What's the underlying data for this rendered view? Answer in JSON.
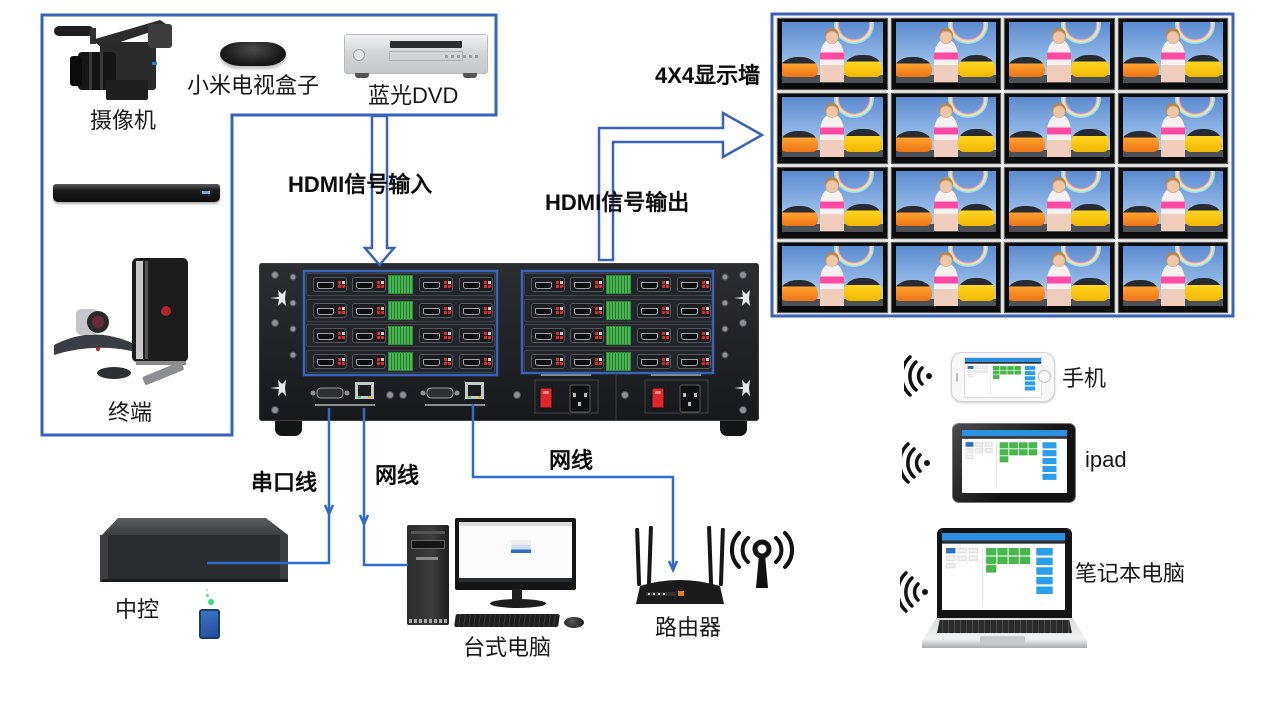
{
  "colors": {
    "frame_blue": "#3a62b7",
    "cable_blue": "#2e6cc7",
    "tile_green": "#47b74b",
    "button_blue": "#2a9ee9",
    "power_switch_red": "#e0262b"
  },
  "sources": {
    "camcorder": {
      "label": "摄像机",
      "icon": "camcorder-icon"
    },
    "tv_box": {
      "label": "小米电视盒子",
      "icon": "tv-box-icon"
    },
    "dvd": {
      "label": "蓝光DVD",
      "icon": "dvd-player-icon"
    },
    "slim_player": {
      "icon": "bluray-player-icon"
    },
    "terminal": {
      "label": "终端",
      "icon": "video-conference-terminal-icon"
    }
  },
  "signals": {
    "input": "HDMI信号输入",
    "output": "HDMI信号输出"
  },
  "display_wall": {
    "label": "4X4显示墙",
    "rows": 4,
    "cols": 4
  },
  "matrix": {
    "input_cards": 4,
    "output_cards": 4,
    "ports_per_card": 4,
    "control_cards": 2,
    "power_supplies": 2
  },
  "connections": {
    "serial": "串口线",
    "network_pc": "网线",
    "network_router": "网线"
  },
  "endpoints": {
    "central_control": "中控",
    "desktop_pc": "台式电脑",
    "router": "路由器"
  },
  "wireless_clients": {
    "phone": "手机",
    "tablet": "ipad",
    "laptop": "笔记本电脑"
  }
}
